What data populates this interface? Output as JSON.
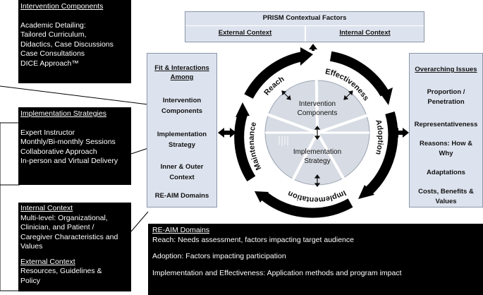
{
  "intervention_components": {
    "title": "Intervention Components",
    "lines": [
      "Academic Detailing:",
      "Tailored Curriculum,",
      "Didactics, Case Discussions",
      "Case Consultations",
      "DICE Approach™"
    ]
  },
  "implementation_strategies": {
    "title": "Implementation Strategies",
    "lines": [
      "Expert Instructor",
      "Monthly/Bi-monthly Sessions",
      "Collaborative Approach",
      "In-person and Virtual Delivery"
    ]
  },
  "context_box": {
    "internal_title": "Internal Context",
    "internal_lines": [
      "Multi-level: Organizational,",
      "Clinician, and Patient /",
      "Caregiver Characteristics and",
      "Values"
    ],
    "external_title": "External Context",
    "external_lines": [
      "Resources, Guidelines &",
      "Policy"
    ]
  },
  "prism": {
    "title": "PRISM Contextual Factors",
    "external": "External Context",
    "internal": "Internal Context"
  },
  "fit_panel": {
    "title_1": "Fit & Interactions",
    "title_2": "Among",
    "item_1a": "Intervention",
    "item_1b": "Components",
    "item_2a": "Implementation",
    "item_2b": "Strategy",
    "item_3a": "Inner & Outer",
    "item_3b": "Context",
    "item_4": "RE-AIM Domains"
  },
  "issues_panel": {
    "title": "Overarching Issues",
    "item_1a": "Proportion /",
    "item_1b": "Penetration",
    "item_2": "Representativeness",
    "item_3a": "Reasons: How &",
    "item_3b": "Why",
    "item_4": "Adaptations",
    "item_5a": "Costs, Benefits &",
    "item_5b": "Values"
  },
  "cycle": {
    "reach": "Reach",
    "effectiveness": "Effectiveness",
    "adoption": "Adoption",
    "implementation": "Implementation",
    "maintenance": "Maintenance",
    "center_top_1": "Intervention",
    "center_top_2": "Components",
    "center_bottom_1": "Implementation",
    "center_bottom_2": "Strategy"
  },
  "reaim_box": {
    "title": "RE-AIM Domains",
    "line_1": "Reach: Needs assessment, factors impacting target audience",
    "line_2": "Adoption: Factors impacting participation",
    "line_3": "Implementation and Effectiveness: Application methods and program impact"
  }
}
